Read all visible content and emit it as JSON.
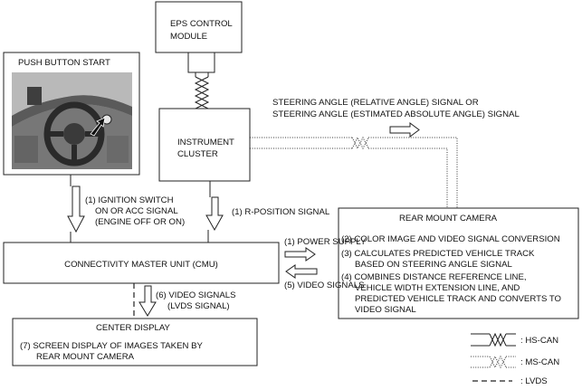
{
  "eps": {
    "line1": "EPS CONTROL",
    "line2": "MODULE"
  },
  "push_button": {
    "title": "PUSH BUTTON START"
  },
  "instrument_cluster": {
    "line1": "INSTRUMENT",
    "line2": "CLUSTER"
  },
  "steering_signal": {
    "line1": "STEERING ANGLE (RELATIVE ANGLE) SIGNAL OR",
    "line2": "STEERING ANGLE (ESTIMATED ABSOLUTE ANGLE) SIGNAL"
  },
  "ignition_signal": {
    "line1": "(1) IGNITION SWITCH",
    "line2": "ON OR ACC SIGNAL",
    "line3": "(ENGINE OFF OR ON)"
  },
  "r_position_signal": "(1) R-POSITION SIGNAL",
  "rear_camera": {
    "title": "REAR MOUNT CAMERA",
    "items": [
      "(2) COLOR IMAGE AND VIDEO SIGNAL CONVERSION",
      "(3) CALCULATES PREDICTED VEHICLE TRACK",
      "BASED ON STEERING ANGLE SIGNAL",
      "(4) COMBINES DISTANCE REFERENCE LINE,",
      "VEHICLE WIDTH EXTENSION LINE, AND",
      "PREDICTED VEHICLE TRACK AND CONVERTS TO",
      "VIDEO SIGNAL"
    ]
  },
  "cmu": {
    "label": "CONNECTIVITY MASTER UNIT (CMU)"
  },
  "power_supply": "(1) POWER SUPPLY",
  "video_signals_5": "(5) VIDEO SIGNALS",
  "video_signals_6": {
    "line1": "(6) VIDEO SIGNALS",
    "line2": "(LVDS SIGNAL)"
  },
  "center_display": {
    "title": "CENTER DISPLAY",
    "line1": "(7)  SCREEN DISPLAY OF IMAGES TAKEN BY",
    "line2": "REAR MOUNT CAMERA"
  },
  "legend": {
    "hs_can": ": HS-CAN",
    "ms_can": ": MS-CAN",
    "lvds": ": LVDS"
  }
}
